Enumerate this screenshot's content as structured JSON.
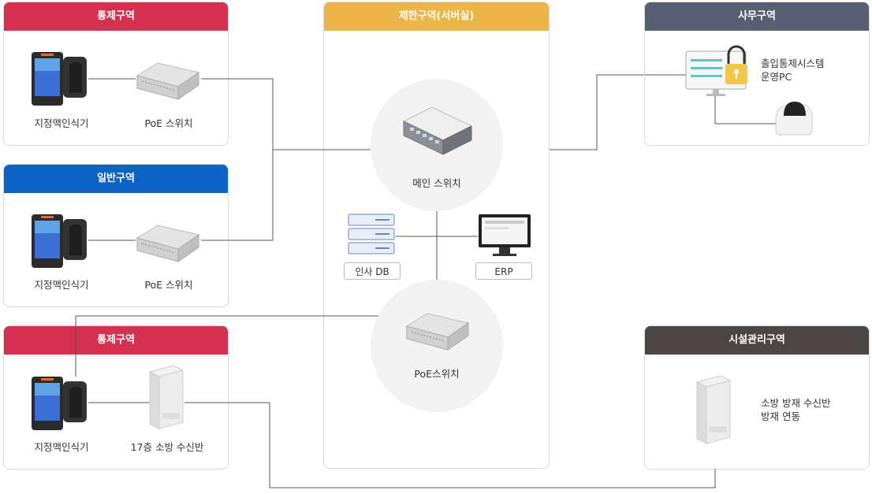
{
  "zones": {
    "control_top": {
      "title": "통제구역",
      "color": "#d4304f"
    },
    "general": {
      "title": "일반구역",
      "color": "#0b63c5"
    },
    "control_bottom": {
      "title": "통제구역",
      "color": "#d4304f"
    },
    "server": {
      "title": "제한구역(서버실)",
      "color": "#edb548"
    },
    "office": {
      "title": "사무구역",
      "color": "#5a5e72"
    },
    "facility": {
      "title": "시설관리구역",
      "color": "#4b4544"
    }
  },
  "labels": {
    "vein_reader_1": "지정맥인식기",
    "poe_switch_1": "PoE 스위치",
    "vein_reader_2": "지정맥인식기",
    "poe_switch_2": "PoE 스위치",
    "vein_reader_3": "지정맥인식기",
    "fire_panel_17f": "17층 소방 수신반",
    "main_switch": "메인 스위치",
    "hr_db": "인사 DB",
    "erp": "ERP",
    "poe_switch_center": "PoE스위치",
    "access_pc_line1": "출입통제시스템",
    "access_pc_line2": "운영PC",
    "fire_panel_line1": "소방 방재 수신반",
    "fire_panel_line2": "방재 연동"
  }
}
